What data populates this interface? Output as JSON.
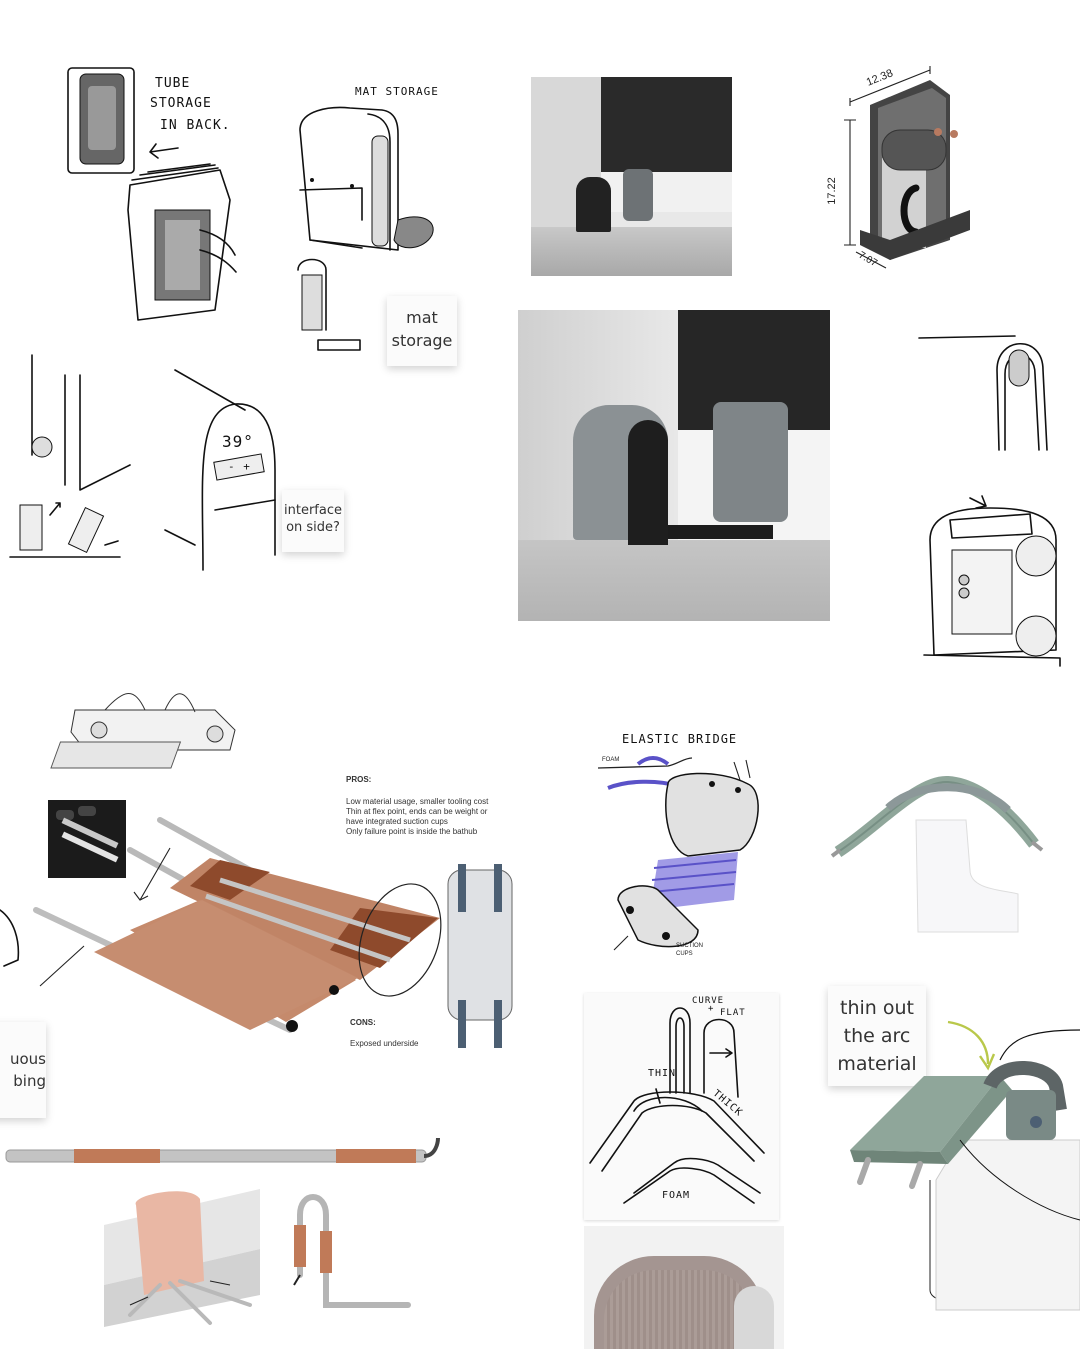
{
  "sketch_labels": {
    "tube_storage": [
      "TUBE",
      "STORAGE",
      "IN BACK."
    ],
    "mat_storage_sketch": "MAT STORAGE",
    "elastic_bridge": "ELASTIC BRIDGE",
    "foam_small": "FOAM",
    "suction_cups": "SUCTION CUPS",
    "curve_flat": [
      "CURVE",
      "+",
      "FLAT"
    ],
    "thin": "THIN",
    "thick": "THICK",
    "foam": "FOAM",
    "temperature": "39°",
    "minus_plus": "- +"
  },
  "dimensions": {
    "width": "12.38",
    "height": "17.22",
    "depth": "7.07"
  },
  "notes": {
    "mat_storage": [
      "mat",
      "storage"
    ],
    "interface": [
      "interface",
      "on side?"
    ],
    "continuous_tubing": [
      "uous",
      "bing"
    ],
    "thin_arc": [
      "thin out",
      "the arc",
      "material"
    ]
  },
  "pros_cons": {
    "pros_title": "PROS:",
    "pros_lines": [
      "Low material usage, smaller tooling cost",
      "Thin at flex point, ends can be weight or",
      "have integrated suction cups",
      "Only failure point is inside the bathub"
    ],
    "cons_title": "CONS:",
    "cons_lines": [
      "Exposed underside"
    ]
  },
  "colors": {
    "copper": "#c08466",
    "copper_dark": "#8e4a2c",
    "sage": "#8fa69a",
    "slate": "#4c5f73",
    "grey_render": "#9da3a5"
  }
}
